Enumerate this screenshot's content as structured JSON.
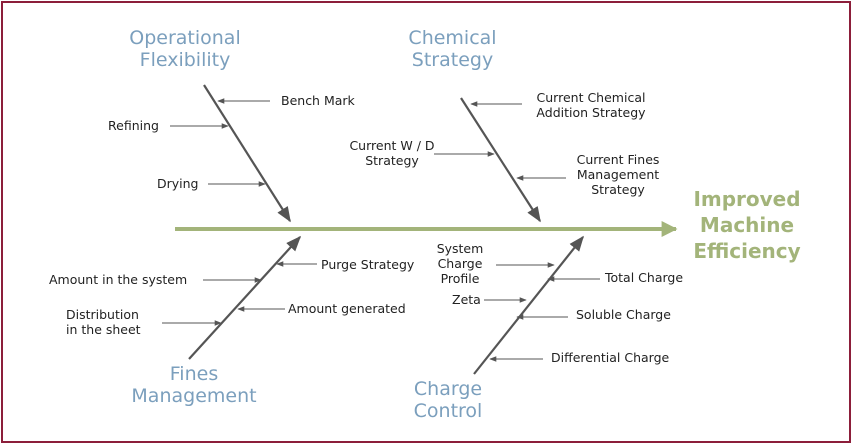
{
  "colors": {
    "border": "#8c1e3a",
    "spine": "#a3b47a",
    "category_text": "#7b9fbd",
    "effect_text": "#a3b47a",
    "line": "#555555",
    "text": "#222222"
  },
  "effect": {
    "line1": "Improved",
    "line2": "Machine",
    "line3": "Efficiency"
  },
  "categories": {
    "operational_flexibility": {
      "line1": "Operational",
      "line2": "Flexibility"
    },
    "chemical_strategy": {
      "line1": "Chemical",
      "line2": "Strategy"
    },
    "fines_management": {
      "line1": "Fines",
      "line2": "Management"
    },
    "charge_control": {
      "line1": "Charge",
      "line2": "Control"
    }
  },
  "causes": {
    "bench_mark": "Bench Mark",
    "refining": "Refining",
    "drying": "Drying",
    "current_chemical_1": "Current Chemical",
    "current_chemical_2": "Addition Strategy",
    "current_wd_1": "Current W / D",
    "current_wd_2": "Strategy",
    "current_fines_1": "Current Fines",
    "current_fines_2": "Management",
    "current_fines_3": "Strategy",
    "purge_strategy": "Purge Strategy",
    "amount_in_system": "Amount in the system",
    "amount_generated": "Amount generated",
    "distribution_1": "Distribution",
    "distribution_2": "in the sheet",
    "system_charge_1": "System",
    "system_charge_2": "Charge",
    "system_charge_3": "Profile",
    "total_charge": "Total Charge",
    "zeta": "Zeta",
    "soluble_charge": "Soluble Charge",
    "differential_charge": "Differential Charge"
  }
}
